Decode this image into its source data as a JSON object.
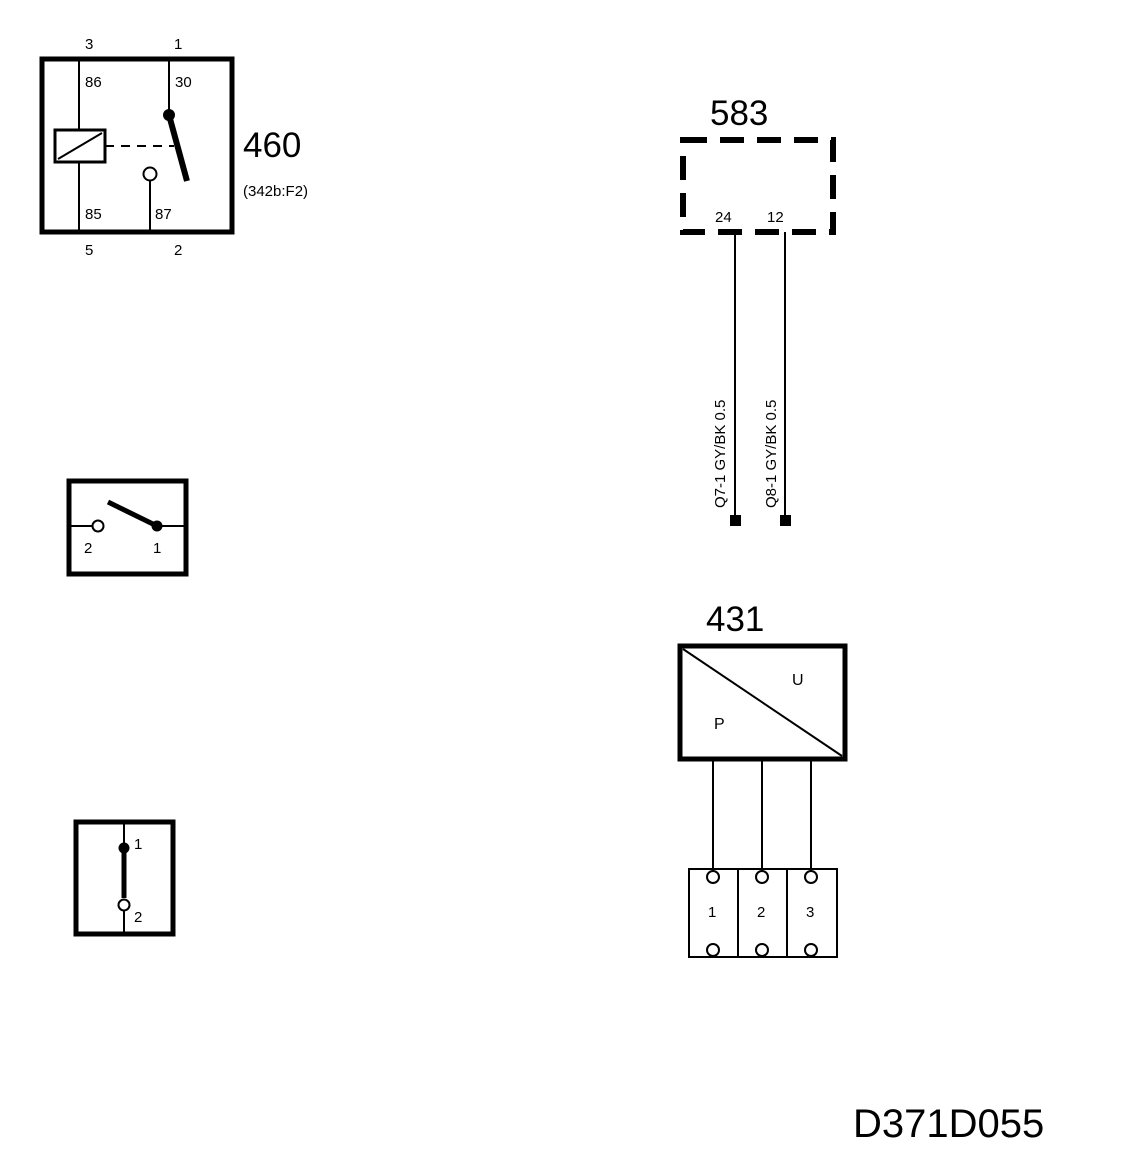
{
  "relay": {
    "id": "460",
    "ref": "(342b:F2)",
    "pin_top_left": "3",
    "pin_top_right": "1",
    "terminal_86": "86",
    "terminal_30": "30",
    "terminal_85": "85",
    "terminal_87": "87",
    "pin_bottom_left": "5",
    "pin_bottom_right": "2"
  },
  "switch_horizontal": {
    "pin_left": "2",
    "pin_right": "1"
  },
  "switch_vertical": {
    "pin_top": "1",
    "pin_bottom": "2"
  },
  "module_583": {
    "id": "583",
    "pin_a": "24",
    "pin_b": "12",
    "wire_a_label": "Q7-1 GY/BK 0.5",
    "wire_b_label": "Q8-1 GY/BK 0.5"
  },
  "sensor_431": {
    "id": "431",
    "label_u": "U",
    "label_p": "P",
    "connector_pins": [
      "1",
      "2",
      "3"
    ]
  },
  "diagram_id": "D371D055"
}
